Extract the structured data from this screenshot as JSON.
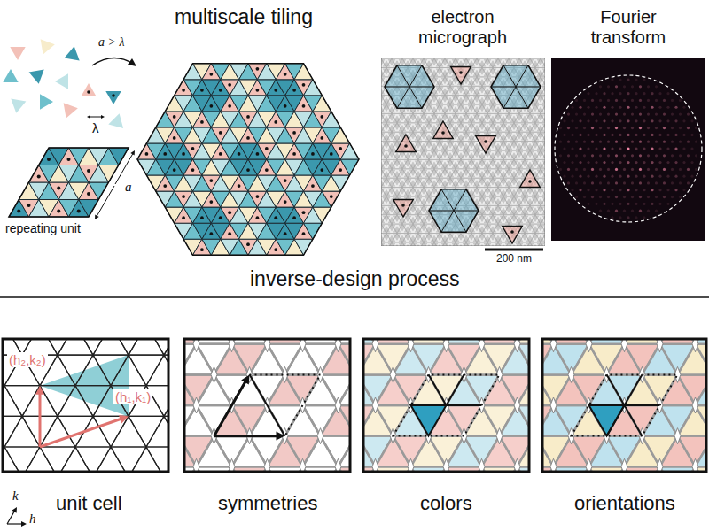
{
  "diagram": {
    "labels": [
      "multiscale tiling",
      "a > λ",
      "λ",
      "repeating unit",
      "a",
      "electron micrograph",
      "Fourier transform",
      "200 nm",
      "inverse-design process",
      "(h₂,k₂)",
      "(h₁,k₁)",
      "k",
      "h",
      "unit cell",
      "symmetries",
      "colors",
      "orientations"
    ]
  }
}
